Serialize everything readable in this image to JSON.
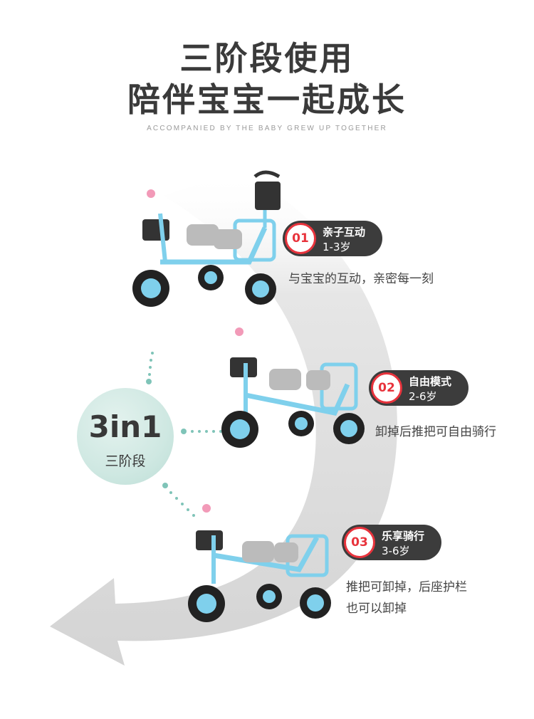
{
  "header": {
    "title_line1": "三阶段使用",
    "title_line2": "陪伴宝宝一起成长",
    "subtitle": "ACCOMPANIED BY THE BABY GREW UP TOGETHER"
  },
  "center": {
    "big": "3in1",
    "small": "三阶段"
  },
  "stages": [
    {
      "num": "01",
      "name": "亲子互动",
      "age": "1-3岁",
      "desc_lines": [
        "与宝宝的互动，亲密每一刻"
      ]
    },
    {
      "num": "02",
      "name": "自由模式",
      "age": "2-6岁",
      "desc_lines": [
        "卸掉后推把可自由骑行"
      ]
    },
    {
      "num": "03",
      "name": "乐享骑行",
      "age": "3-6岁",
      "desc_lines": [
        "推把可卸掉，后座护栏",
        "也可以卸掉"
      ]
    }
  ],
  "colors": {
    "accent_red": "#e8333c",
    "badge_dark": "#3c3c3c",
    "trike_blue": "#7fd0ec",
    "circle_teal": "#cfe8e2",
    "dot_teal": "#7fc4b8"
  }
}
